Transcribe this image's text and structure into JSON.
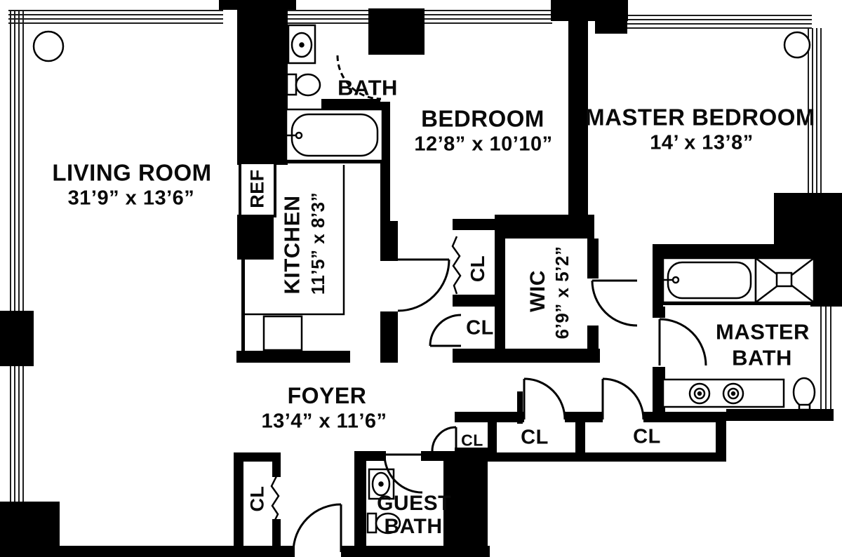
{
  "colors": {
    "wall": "#000000",
    "background": "#ffffff",
    "text": "#0a0a0a"
  },
  "labels": {
    "closet": "CL",
    "refrigerator": "REF"
  },
  "rooms": {
    "living_room": {
      "name": "LIVING ROOM",
      "dims": "31’9” x 13’6”"
    },
    "kitchen": {
      "name": "KITCHEN",
      "dims": "11’5” x 8’3”"
    },
    "bath": {
      "name": "BATH"
    },
    "bedroom": {
      "name": "BEDROOM",
      "dims": "12’8” x 10’10”"
    },
    "master_bedroom": {
      "name": "MASTER BEDROOM",
      "dims": "14’ x 13’8”"
    },
    "wic": {
      "name": "WIC",
      "dims": "6’9” x 5’2”"
    },
    "master_bath": {
      "line1": "MASTER",
      "line2": "BATH"
    },
    "foyer": {
      "name": "FOYER",
      "dims": "13’4” x 11’6”"
    },
    "guest_bath": {
      "line1": "GUEST",
      "line2": "BATH"
    }
  }
}
